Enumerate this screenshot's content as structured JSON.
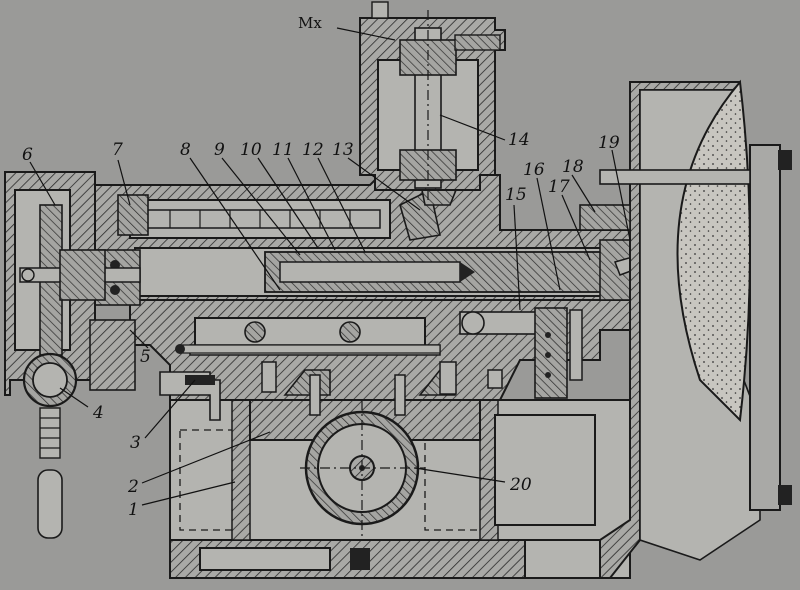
{
  "labels": {
    "mx": "Mx",
    "n1": "1",
    "n2": "2",
    "n3": "3",
    "n4": "4",
    "n5": "5",
    "n6": "6",
    "n7": "7",
    "n8": "8",
    "n9": "9",
    "n10": "10",
    "n11": "11",
    "n12": "12",
    "n13": "13",
    "n14": "14",
    "n15": "15",
    "n16": "16",
    "n17": "17",
    "n18": "18",
    "n19": "19",
    "n20": "20"
  },
  "colors": {
    "paper": "#9a9a98",
    "ink": "#1a1a1a",
    "cavity": "#b4b4b0"
  }
}
